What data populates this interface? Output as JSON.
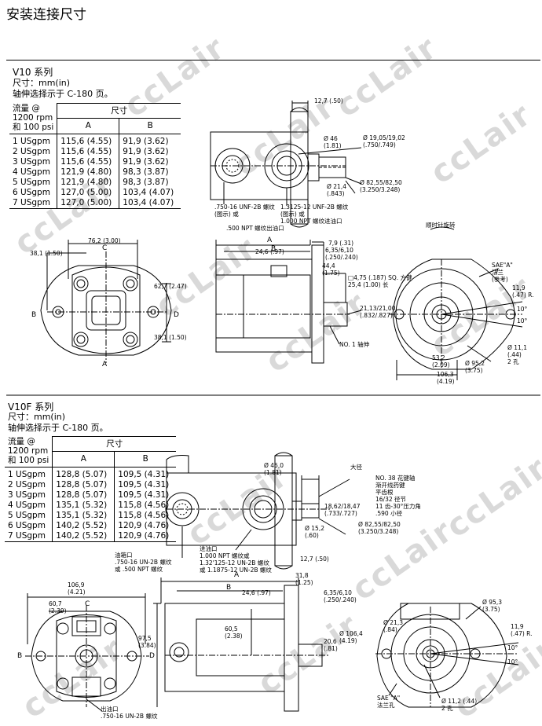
{
  "page_title": "安装连接尺寸",
  "watermark": "ccLair",
  "v10": {
    "series": "V10 系列",
    "unit": "尺寸：mm(in)",
    "shaft_note": "轴伸选择示于 C-180 页。",
    "header": {
      "flow": "流量 @\n1200 rpm\n和 100 psi",
      "size": "尺寸",
      "col_a": "A",
      "col_b": "B"
    },
    "rows": [
      [
        "1 USgpm",
        "115,6 (4.55)",
        "91,9 (3.62)"
      ],
      [
        "2 USgpm",
        "115,6 (4.55)",
        "91,9 (3.62)"
      ],
      [
        "3 USgpm",
        "115,6 (4.55)",
        "91,9 (3.62)"
      ],
      [
        "4 USgpm",
        "121,9 (4.80)",
        "98,3 (3.87)"
      ],
      [
        "5 USgpm",
        "121,9 (4.80)",
        "98,3 (3.87)"
      ],
      [
        "6 USgpm",
        "127,0 (5.00)",
        "103,4 (4.07)"
      ],
      [
        "7 USgpm",
        "127,0 (5.00)",
        "103,4 (4.07)"
      ]
    ],
    "labels": {
      "d12_7": "12,7 (.50)",
      "d46": "Ø 46\n(1.81)",
      "d19": "Ø 19,05/19,02\n(.750/.749)",
      "d21_4": "Ø 21,4\n(.843)",
      "d82": "Ø 82,55/82,50\n(3.250/3.248)",
      "inlet": ".750-16 UNF-2B 螺纹\n(图示) 或",
      "outlet": "1.3125-12 UNF-2B 螺纹\n(图示) 或\n1.000 NPT 螺纹进油口",
      "npt500": ".500 NPT 螺纹出油口",
      "d76": "76,2 (3.00)",
      "c": "C",
      "d38a": "38,1 (1.50)",
      "d62": "62,7 (2.47)",
      "d38b": "38,1 (1.50)",
      "b": "B",
      "d": "D",
      "a": "A",
      "dim_a": "A",
      "dim_b": "B",
      "d24": "24,6 (.97)",
      "d7_9": "7,9 (.31)",
      "d6_35": "6,35/6,10\n(.250/.240)",
      "d44": "44,4\n(1.75)",
      "key": "□4,75 (.187) SQ. 方键\n25,4 (1.00) 长",
      "d21_13": "21,13/21,00\n(.832/.827)",
      "shaft1": "NO. 1 轴伸",
      "rot": "顺时针旋转",
      "sae": "SAE\"A\"\n法兰\n(参考)",
      "d11_9": "11,9\n(.47) R.",
      "deg1": "10°",
      "deg2": "10°",
      "d11_1": "Ø 11,1\n(.44)\n2 孔",
      "d53": "53,2\n(2.09)",
      "d95": "Ø 95,2\n(3.75)",
      "d106": "106,3\n(4.19)"
    }
  },
  "v10f": {
    "series": "V10F 系列",
    "unit": "尺寸：mm(in)",
    "shaft_note": "轴伸选择示于 C-180 页。",
    "header": {
      "flow": "流量 @\n1200 rpm\n和 100 psi",
      "size": "尺寸",
      "col_a": "A",
      "col_b": "B"
    },
    "rows": [
      [
        "1 USgpm",
        "128,8 (5.07)",
        "109,5 (4.31)"
      ],
      [
        "2 USgpm",
        "128,8 (5.07)",
        "109,5 (4.31)"
      ],
      [
        "3 USgpm",
        "128,8 (5.07)",
        "109,5 (4.31)"
      ],
      [
        "4 USgpm",
        "135,1 (5.32)",
        "115,8 (4.56)"
      ],
      [
        "5 USgpm",
        "135,1 (5.32)",
        "115,8 (4.56)"
      ],
      [
        "6 USgpm",
        "140,2 (5.52)",
        "120,9 (4.76)"
      ],
      [
        "7 USgpm",
        "140,2 (5.52)",
        "120,9 (4.76)"
      ]
    ],
    "labels": {
      "d46": "Ø 46,0\n(1.81)",
      "dajing": "大径",
      "spline": "NO. 38 花键轴\n渐开线药键\n平齿根\n16/32 径节\n11 齿-30°压力角\n.590 小径",
      "d18": "18,62/18,47\n(.733/.727)",
      "d15": "Ø 15,2\n(.60)",
      "d82": "Ø 82,55/82,50\n(3.250/3.248)",
      "d12_7": "12,7 (.50)",
      "inlet_port": "油箱口\n.750-16 UN-2B 螺纹\n或 .500 NPT 螺纹",
      "inlet2": "进油口\n1.000 NPT 螺纹或\n1.32'125-12 UN-2B 螺纹\n或 1.1875-12 UN-2B 螺纹",
      "d106_9": "106,9\n(4.21)",
      "d60_7": "60,7\n(2.39)",
      "c": "C",
      "b": "B",
      "d": "D",
      "outlet_port": "出油口\n.750-16 UN-2B 螺纹",
      "dim_a": "A",
      "dim_b": "B",
      "d24": "24,6 (.97)",
      "d31": "31,8\n(1.25)",
      "d6_35": "6,35/6,10\n(.250/.240)",
      "d97": "97,5\n(3.84)",
      "d60_5": "60,5\n(2.38)",
      "d20": "20,6\n(.81)",
      "d21_3": "Ø 21,3\n(.84)",
      "d106_4": "Ø 106,4\n(4.19)",
      "d95": "Ø 95,3\n(3.75)",
      "d11_9": "11,9\n(.47) R.",
      "deg1": "10°",
      "deg2": "10°",
      "sae": "SAE \"A\"\n法兰孔",
      "d11_2": "Ø 11,2 (.44)\n2 孔"
    }
  }
}
